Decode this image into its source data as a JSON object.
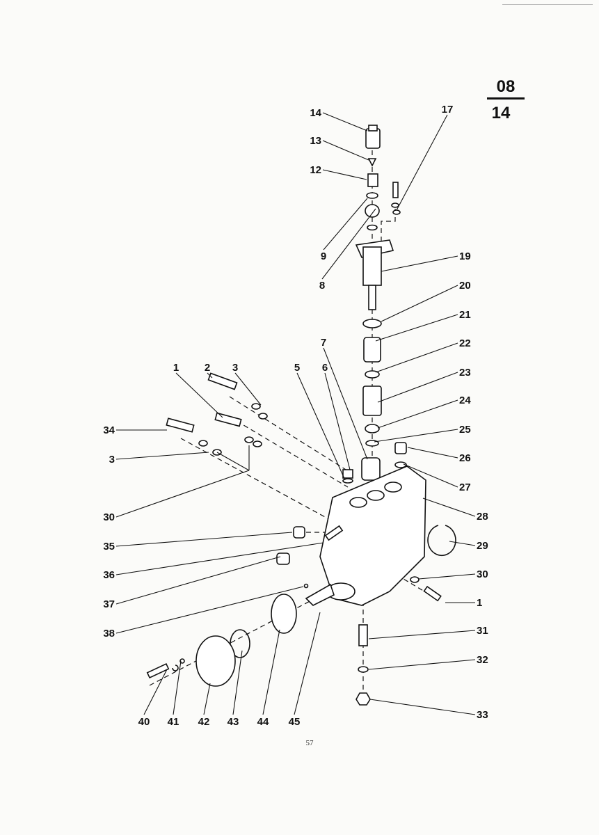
{
  "header": {
    "group_number": "08",
    "sheet_number": "14"
  },
  "page_number": "57",
  "callouts": [
    "14",
    "13",
    "12",
    "17",
    "9",
    "8",
    "19",
    "20",
    "21",
    "7",
    "22",
    "23",
    "24",
    "25",
    "26",
    "27",
    "28",
    "29",
    "30",
    "1",
    "31",
    "32",
    "33",
    "1",
    "2",
    "3",
    "5",
    "6",
    "34",
    "3",
    "30",
    "35",
    "36",
    "37",
    "38",
    "40",
    "41",
    "42",
    "43",
    "44",
    "45"
  ]
}
